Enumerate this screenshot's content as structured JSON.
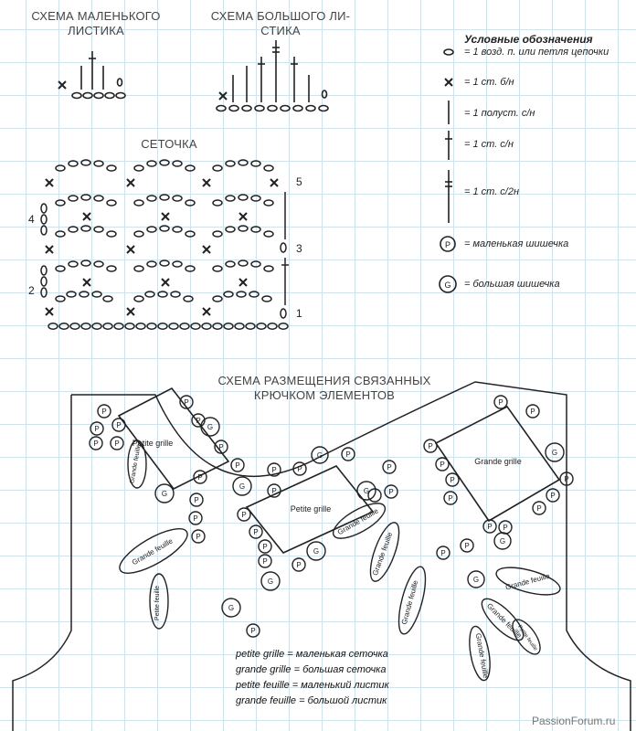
{
  "titles": {
    "small_leaf": [
      "СХЕМА МАЛЕНЬКОГО",
      "ЛИСТИКА"
    ],
    "large_leaf": [
      "СХЕМА БОЛЬШОГО ЛИ-",
      "СТИКА"
    ],
    "mesh": "СЕТОЧКА",
    "placement": [
      "СХЕМА РАЗМЕЩЕНИЯ СВЯЗАННЫХ",
      "КРЮЧКОМ ЭЛЕМЕНТОВ"
    ]
  },
  "legend": {
    "heading": "Условные обозначения",
    "items": [
      {
        "symbol": "chain-oval-icon",
        "text": "= 1 возд. п. или петля цепочки"
      },
      {
        "symbol": "cross-icon",
        "text": "= 1 ст. б/н"
      },
      {
        "symbol": "vertical-line-icon",
        "text": "= 1 полуст. с/н"
      },
      {
        "symbol": "single-crochet-stitch-icon",
        "text": "= 1 ст. с/н"
      },
      {
        "symbol": "double-crochet-stitch-icon",
        "text": "= 1 ст. с/2н"
      },
      {
        "symbol": "circle-p-icon",
        "label": "P",
        "text": "= маленькая шишечка"
      },
      {
        "symbol": "circle-g-icon",
        "label": "G",
        "text": "= большая шишечка"
      }
    ]
  },
  "mesh_rows": [
    "5",
    "4",
    "3",
    "2",
    "1"
  ],
  "labels": {
    "petite_grille": "Petite grille",
    "grande_grille": "Grande grille",
    "grande_feuille": "Grande feuille",
    "petite_feuille": "Petite feuille",
    "p": "P",
    "g": "G"
  },
  "translations": [
    "petite grille = маленькая сеточка",
    "grande grille = большая сеточка",
    "petite feuille = маленький листик",
    "grande feuille = большой листик"
  ],
  "watermark": "PassionForum.ru",
  "colors": {
    "ink": "#222222",
    "grid": "#cfe3ec"
  }
}
